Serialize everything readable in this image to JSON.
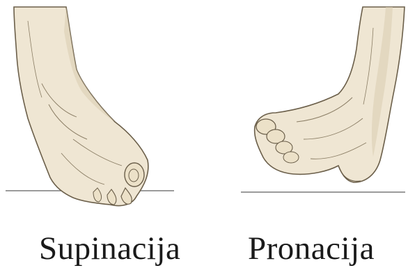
{
  "figure": {
    "left": {
      "caption": "Supinacija",
      "illustration_icon": "supinated-foot-illustration"
    },
    "right": {
      "caption": "Pronacija",
      "illustration_icon": "pronated-foot-illustration"
    }
  },
  "colors": {
    "skin_fill": "#efe6d3",
    "skin_shadow": "#d9ccb0",
    "outline": "#6b5f4a",
    "ground_line": "#7a7a7a",
    "caption_text": "#1a1a1a",
    "background": "#ffffff"
  }
}
